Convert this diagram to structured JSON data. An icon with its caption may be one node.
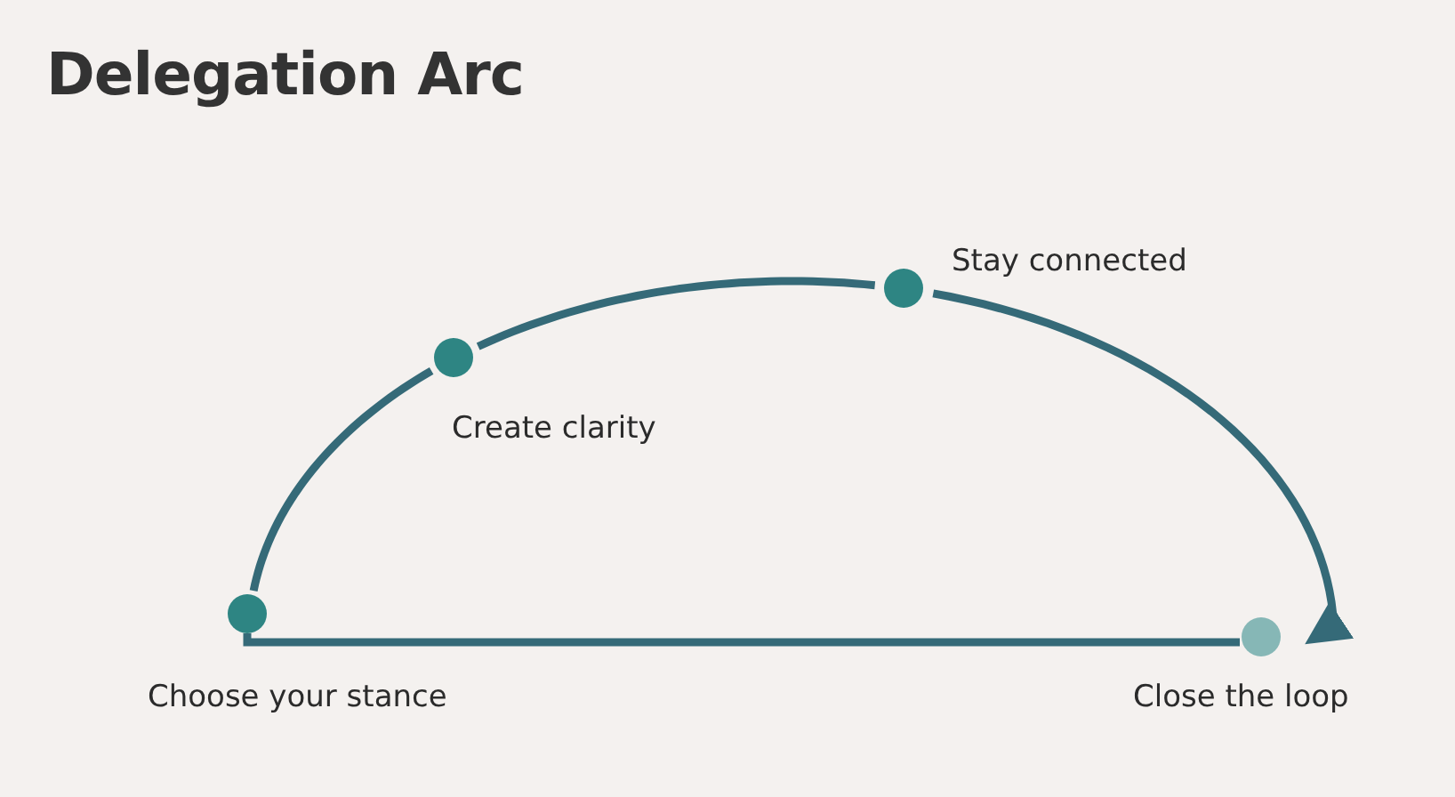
{
  "diagram": {
    "title": "Delegation Arc",
    "nodes": [
      {
        "text": [],
        "shape": "circle",
        "beside": [
          "Choose your stance"
        ]
      },
      {
        "text": [],
        "shape": "circle",
        "beside": [
          "Create clarity"
        ]
      },
      {
        "text": [],
        "shape": "circle",
        "beside": [
          "Stay connected"
        ]
      },
      {
        "text": [],
        "shape": "circle",
        "beside": [
          "Close the loop"
        ]
      }
    ],
    "edges": [
      {
        "from": 0,
        "to": 1,
        "arrow": "none"
      },
      {
        "from": 1,
        "to": 2,
        "arrow": "none"
      },
      {
        "from": 2,
        "to": 3,
        "arrow": "to"
      },
      {
        "from": 0,
        "to": 3,
        "arrow": "none"
      }
    ]
  }
}
